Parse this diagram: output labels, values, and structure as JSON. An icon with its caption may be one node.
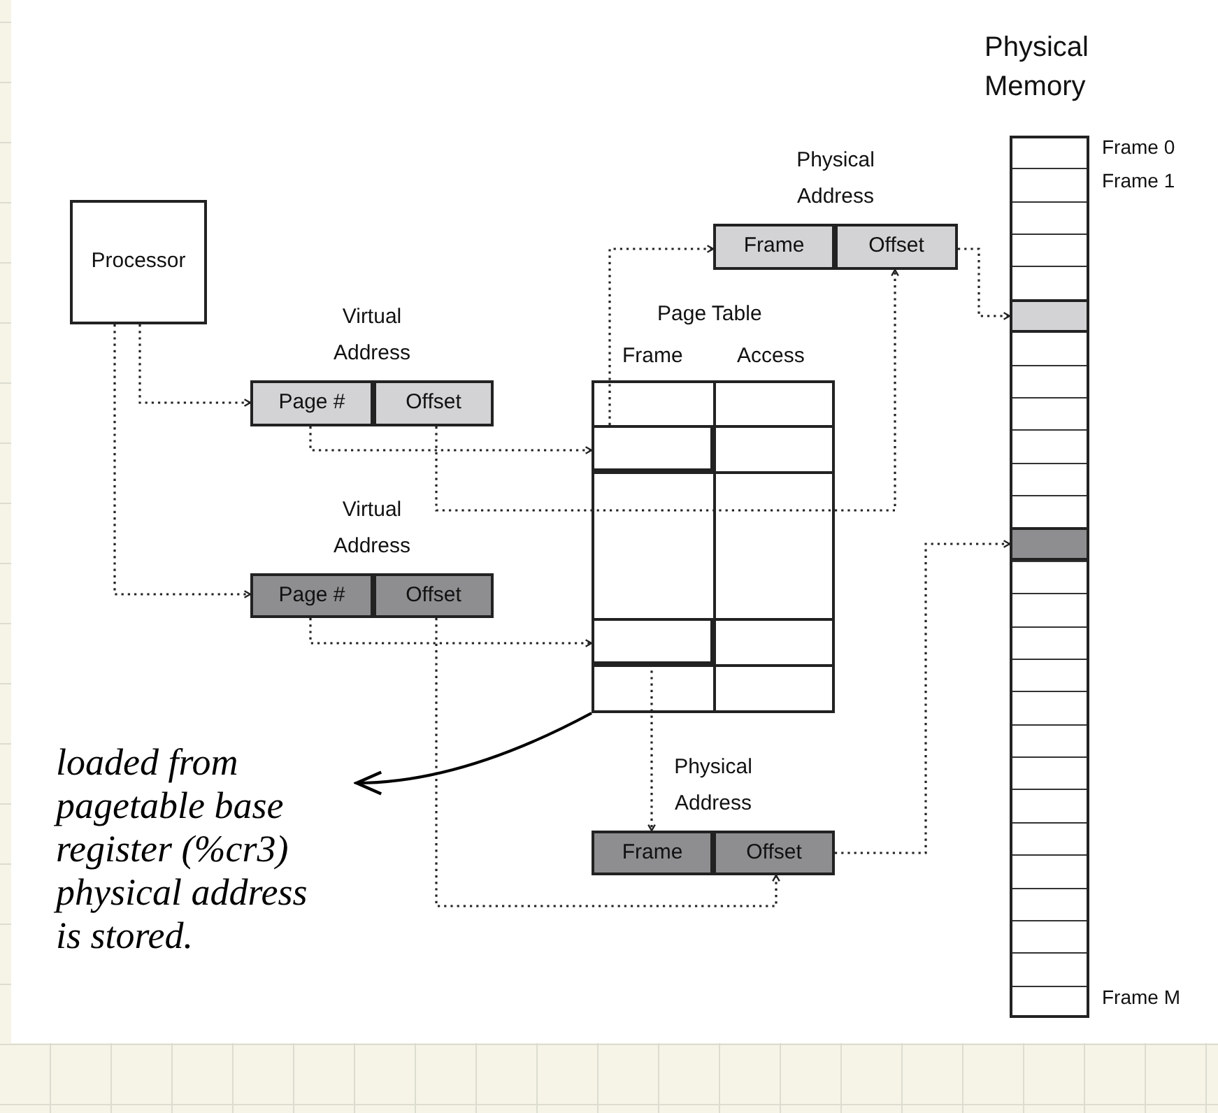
{
  "diagram": {
    "nodes": [
      {
        "text": [
          "Processor"
        ]
      },
      {
        "text": [
          "Virtual Address"
        ]
      },
      {
        "text": [
          "Page #"
        ],
        "in": 1
      },
      {
        "text": [
          "Offset"
        ],
        "in": 1
      },
      {
        "text": [
          "Virtual Address"
        ]
      },
      {
        "text": [
          "Page #"
        ],
        "in": 4
      },
      {
        "text": [
          "Offset"
        ],
        "in": 4
      },
      {
        "text": [
          "Page Table",
          "Frame",
          "Access"
        ]
      },
      {
        "text": [],
        "shape": "box",
        "in": 7
      },
      {
        "text": [],
        "shape": "box",
        "in": 7
      },
      {
        "text": [
          "Physical Address"
        ]
      },
      {
        "text": [
          "Frame"
        ],
        "in": 10
      },
      {
        "text": [
          "Offset"
        ],
        "in": 10
      },
      {
        "text": [
          "Physical Address"
        ]
      },
      {
        "text": [
          "Frame"
        ],
        "in": 13
      },
      {
        "text": [
          "Offset"
        ],
        "in": 13
      },
      {
        "text": [
          "Physical Memory"
        ]
      },
      {
        "text": [],
        "shape": "box",
        "in": 16
      },
      {
        "text": [],
        "shape": "box",
        "in": 16
      },
      {
        "text": [
          "loaded from pagetable base register (%cr3) physical address is stored."
        ]
      }
    ],
    "edges": [
      {
        "from": 0,
        "to": 1,
        "arrow": "to",
        "style": "dashed"
      },
      {
        "from": 0,
        "to": 4,
        "arrow": "to",
        "style": "dashed"
      },
      {
        "from": 2,
        "to": 8,
        "arrow": "to",
        "style": "dashed"
      },
      {
        "from": 3,
        "to": 12,
        "arrow": "to",
        "style": "dashed"
      },
      {
        "from": 8,
        "to": 11,
        "arrow": "to",
        "style": "dashed"
      },
      {
        "from": 12,
        "to": 17,
        "arrow": "to",
        "style": "dashed"
      },
      {
        "from": 5,
        "to": 9,
        "arrow": "to",
        "style": "dashed"
      },
      {
        "from": 6,
        "to": 15,
        "arrow": "to",
        "style": "dashed"
      },
      {
        "from": 9,
        "to": 14,
        "arrow": "to",
        "style": "dashed"
      },
      {
        "from": 15,
        "to": 18,
        "arrow": "to",
        "style": "dashed"
      },
      {
        "from": 7,
        "to": 19,
        "arrow": "to"
      }
    ],
    "labels": [
      "Frame 0",
      "Frame 1",
      "Frame M"
    ]
  }
}
